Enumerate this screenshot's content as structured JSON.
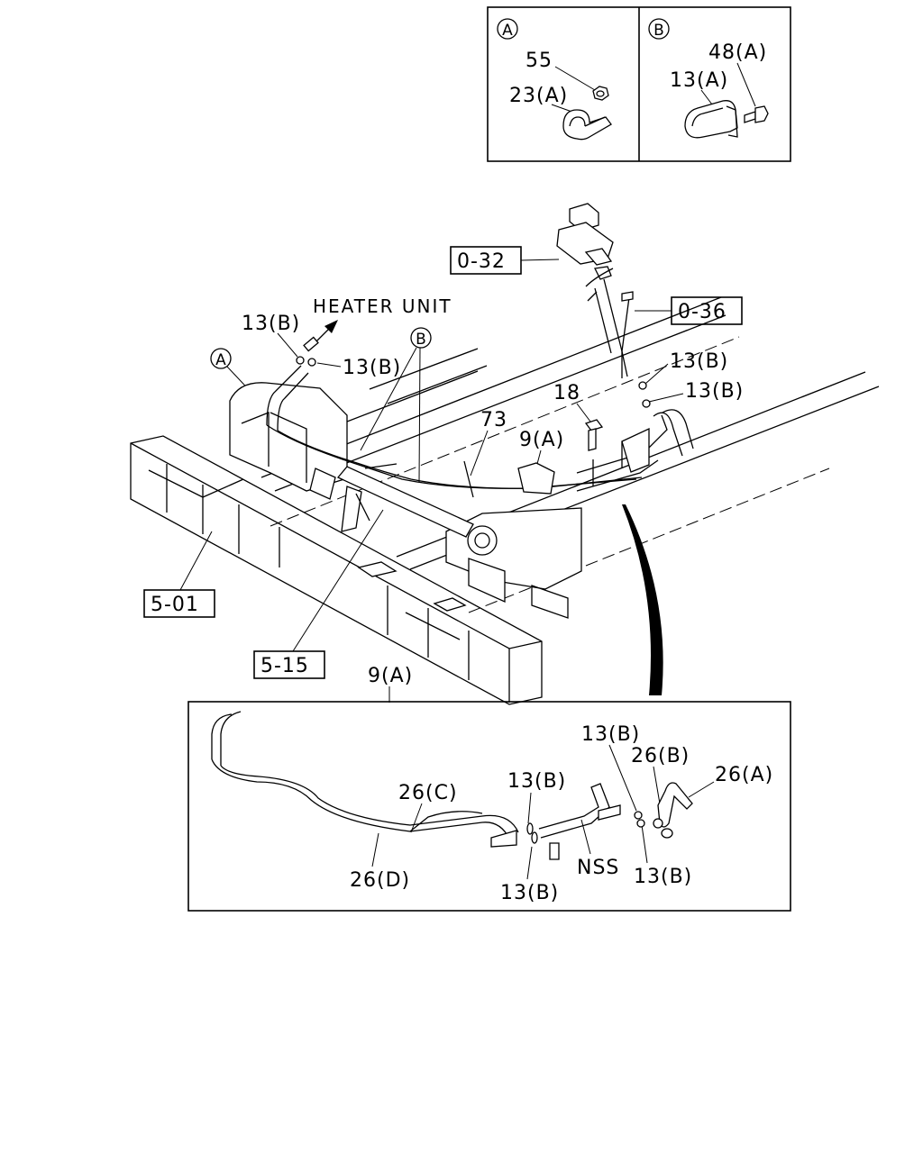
{
  "detail_a": {
    "marker": "A",
    "labels": {
      "nut": "55",
      "clip": "23(A)"
    }
  },
  "detail_b": {
    "marker": "B",
    "labels": {
      "bolt": "48(A)",
      "clip": "13(A)"
    }
  },
  "main_view": {
    "heater_unit": "HEATER UNIT",
    "marker_a": "A",
    "marker_b": "B",
    "ref_boxes": {
      "r1": "0-32",
      "r2": "0-36",
      "r3": "5-01",
      "r4": "5-15"
    },
    "labels": {
      "clamp_left_1": "13(B)",
      "clamp_left_2": "13(B)",
      "clamp_right_1": "13(B)",
      "clamp_right_2": "13(B)",
      "bolt": "18",
      "cable": "73",
      "pipe_assy": "9(A)"
    }
  },
  "inset": {
    "title": "9(A)",
    "labels": {
      "hose_c": "26(C)",
      "hose_d": "26(D)",
      "hose_b": "26(B)",
      "hose_a": "26(A)",
      "clamp_1": "13(B)",
      "clamp_2": "13(B)",
      "clamp_3": "13(B)",
      "clamp_4": "13(B)",
      "bracket": "NSS"
    }
  }
}
